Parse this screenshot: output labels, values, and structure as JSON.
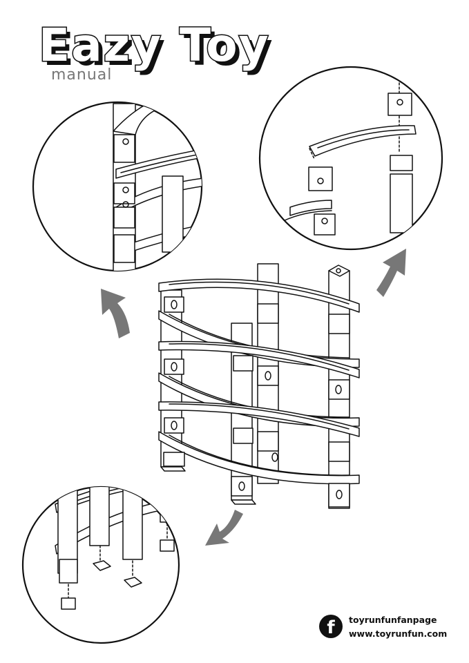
{
  "header": {
    "title": "Eazy Toy",
    "subtitle": "manual"
  },
  "footer": {
    "facebook_icon_glyph": "f",
    "facebook_page": "toyrunfunfanpage",
    "website": "www.toyrunfun.com"
  },
  "colors": {
    "ink": "#111111",
    "arrow": "#777777",
    "subtitle": "#777777",
    "background": "#ffffff"
  },
  "icons": [
    "facebook-icon",
    "curved-arrow-icon"
  ]
}
